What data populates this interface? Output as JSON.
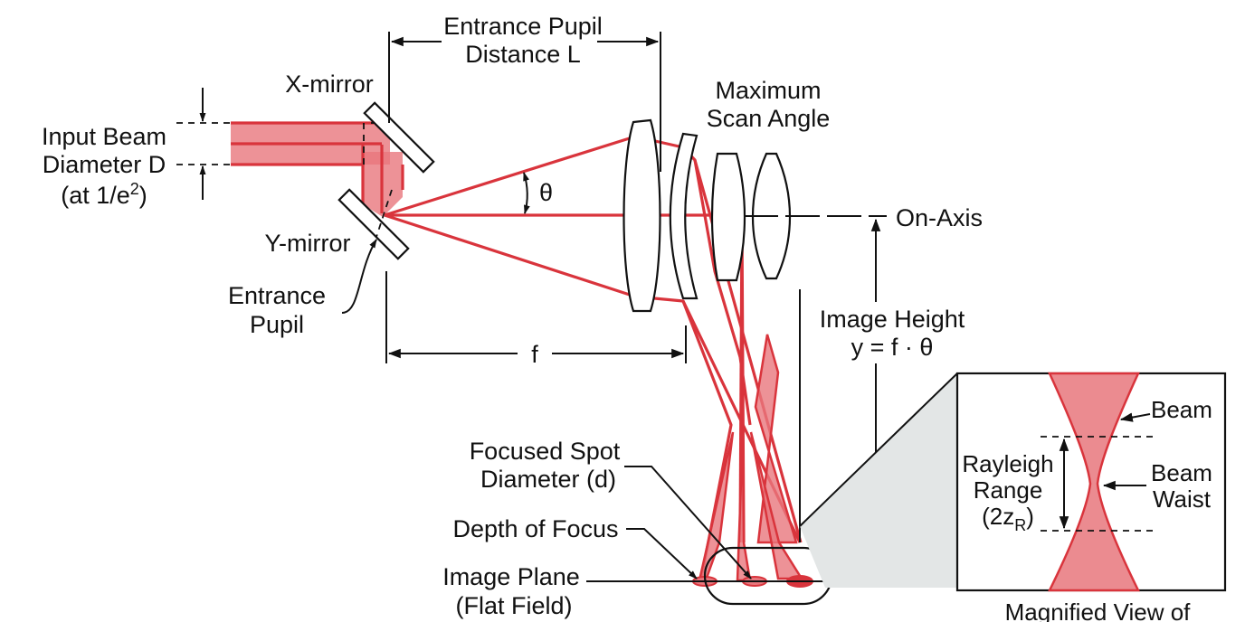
{
  "labels": {
    "entrance_pupil_distance_line1": "Entrance Pupil",
    "entrance_pupil_distance_line2": "Distance L",
    "x_mirror": "X-mirror",
    "y_mirror": "Y-mirror",
    "input_beam_line1": "Input Beam",
    "input_beam_line2": "Diameter D",
    "input_beam_line3_prefix": "(at 1/e",
    "input_beam_line3_sup": "2",
    "input_beam_line3_suffix": ")",
    "entrance_pupil_line1": "Entrance",
    "entrance_pupil_line2": "Pupil",
    "max_scan_angle_line1": "Maximum",
    "max_scan_angle_line2": "Scan Angle",
    "theta": "θ",
    "on_axis": "On-Axis",
    "focal_length": "f",
    "image_height_line1": "Image Height",
    "image_height_line2": "y = f · θ",
    "focused_spot_line1": "Focused Spot",
    "focused_spot_line2": "Diameter (d)",
    "depth_of_focus": "Depth of Focus",
    "image_plane_line1": "Image Plane",
    "image_plane_line2": "(Flat Field)",
    "beam": "Beam",
    "beam_waist_line1": "Beam",
    "beam_waist_line2": "Waist",
    "rayleigh_line1": "Rayleigh",
    "rayleigh_line2": "Range",
    "rayleigh_line3_prefix": "(2z",
    "rayleigh_line3_sub": "R",
    "rayleigh_line3_suffix": ")",
    "magnified_view": "Magnified View of"
  },
  "colors": {
    "beam": "#d9343c",
    "beam_fill": "#e8777d",
    "magnifier_fill": "#e3e6e6"
  }
}
